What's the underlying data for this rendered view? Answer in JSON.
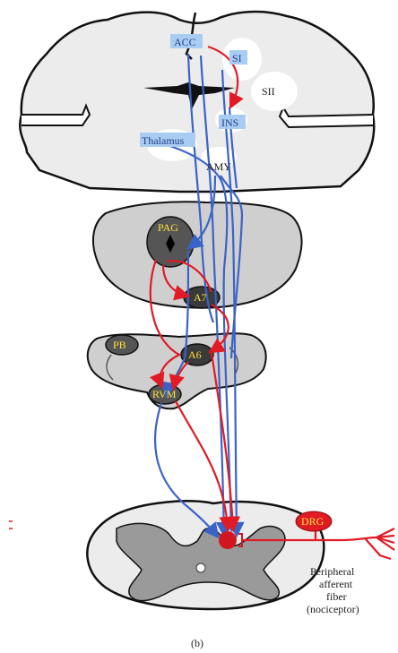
{
  "labels": {
    "acc": "ACC",
    "si": "SI",
    "sii": "SII",
    "ins": "INS",
    "thalamus": "Thalamus",
    "amy": "AMY",
    "pag": "PAG",
    "a7": "A7",
    "pb": "PB",
    "a6": "A6",
    "rvm": "RVM",
    "drg": "DRG",
    "peripheral_line1": "Peripheral",
    "peripheral_line2": "afferent",
    "peripheral_line3": "fiber",
    "peripheral_line4": "(nociceptor)",
    "caption": "(b)"
  },
  "colors": {
    "descending_pathway": "#3a63c8",
    "ascending_pathway": "#e01b24",
    "tissue_light": "#ececec",
    "tissue_mid": "#cfcfcf",
    "nucleus_dark": "#3a3a3a",
    "label_highlight": "#a9cdf2"
  }
}
